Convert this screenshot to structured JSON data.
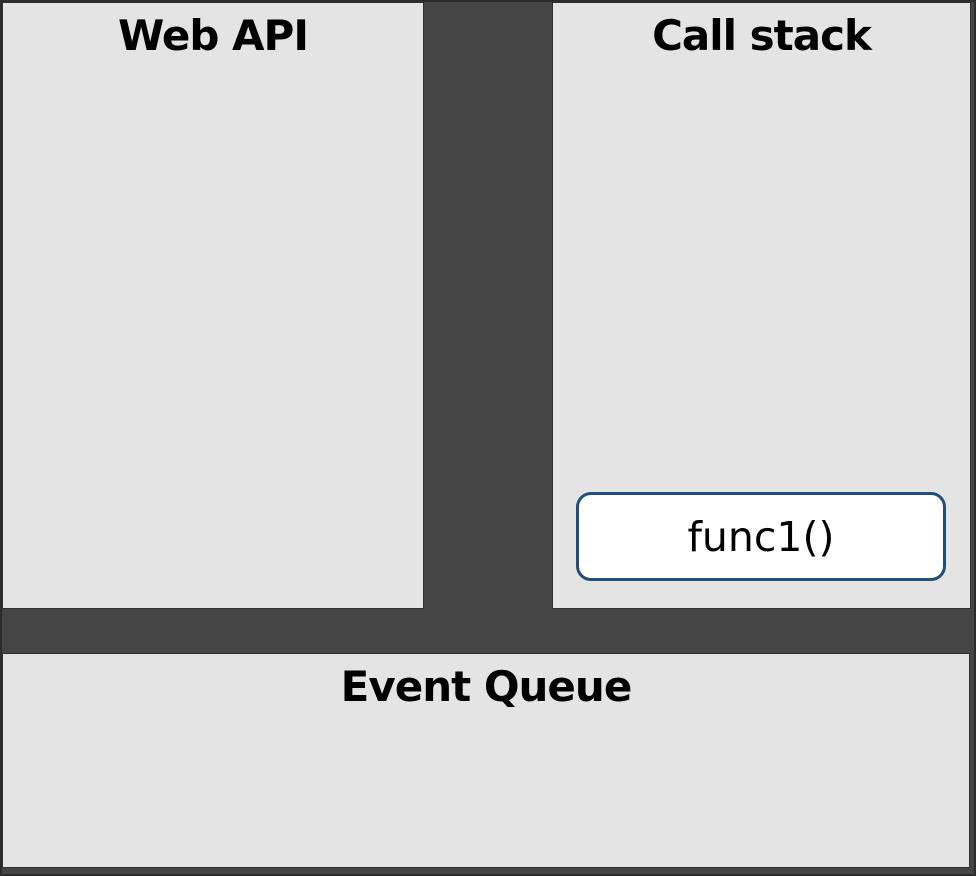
{
  "colors": {
    "background": "#454545",
    "outer_border": "#2c2c2c",
    "panel_bg": "#e5e4e4",
    "panel_border": "#2f2f2f",
    "frame_bg": "#ffffff",
    "frame_border": "#1f4e79",
    "text": "#000000"
  },
  "panels": {
    "web_api": {
      "title": "Web API"
    },
    "call_stack": {
      "title": "Call stack",
      "frames": [
        {
          "label": "func1()"
        }
      ]
    },
    "event_queue": {
      "title": "Event Queue"
    }
  }
}
